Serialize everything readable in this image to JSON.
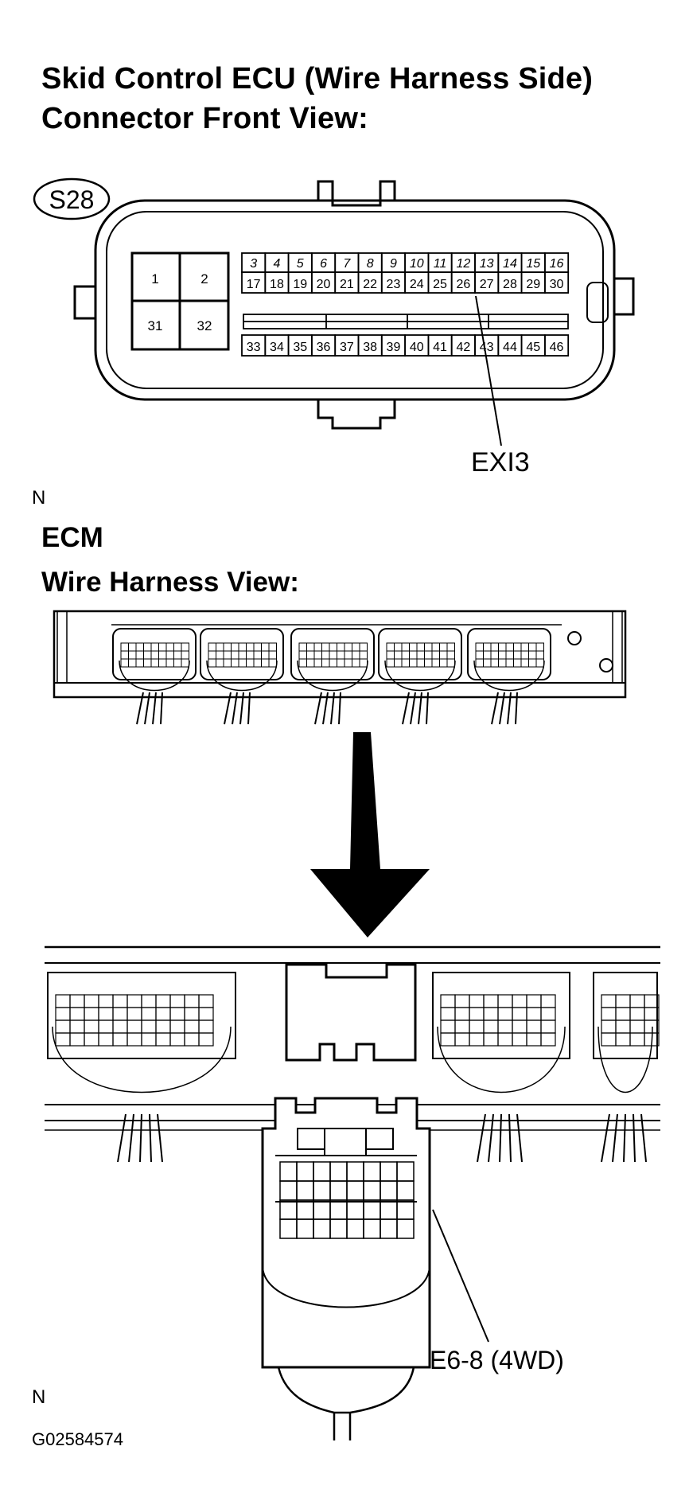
{
  "section1": {
    "title_line1": "Skid Control ECU (Wire Harness Side)",
    "title_line2": "Connector Front View:",
    "connector_id": "S28",
    "big_pins": [
      "1",
      "2",
      "31",
      "32"
    ],
    "top_row": [
      "3",
      "4",
      "5",
      "6",
      "7",
      "8",
      "9",
      "10",
      "11",
      "12",
      "13",
      "14",
      "15",
      "16"
    ],
    "middle_row": [
      "17",
      "18",
      "19",
      "20",
      "21",
      "22",
      "23",
      "24",
      "25",
      "26",
      "27",
      "28",
      "29",
      "30"
    ],
    "bottom_row": [
      "33",
      "34",
      "35",
      "36",
      "37",
      "38",
      "39",
      "40",
      "41",
      "42",
      "43",
      "44",
      "45",
      "46"
    ],
    "callout": "EXI3",
    "note_mark": "N"
  },
  "section2": {
    "heading1": "ECM",
    "heading2": "Wire Harness View:",
    "callout": "E6-8 (4WD)",
    "note_mark": "N"
  },
  "figure_code": "G02584574"
}
